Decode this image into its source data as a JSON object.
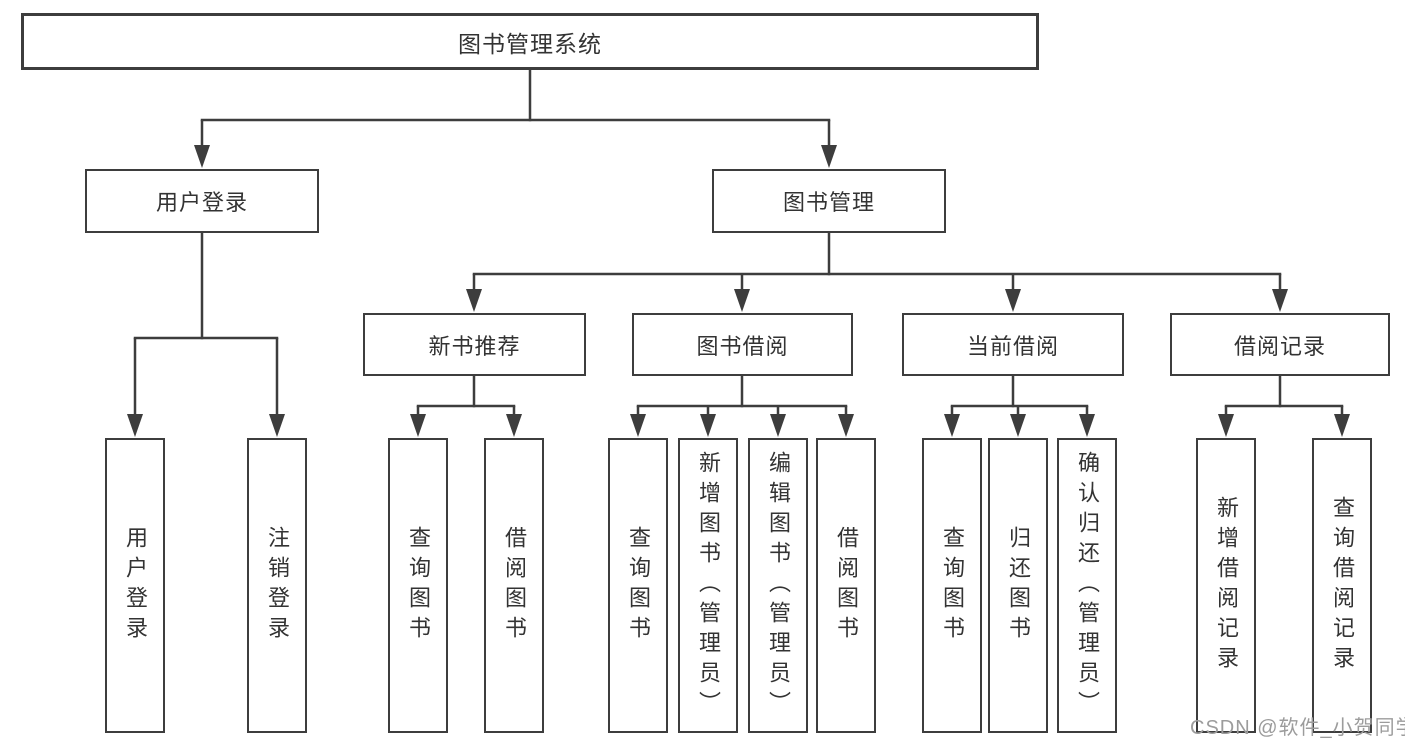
{
  "diagram": {
    "type": "hierarchy-tree",
    "watermark": "CSDN @软件_小贺同学"
  },
  "colors": {
    "line": "#3d3d3d",
    "text": "#333333",
    "box_border": "#3d3d3d",
    "box_background": "#ffffff",
    "page_background": "#ffffff",
    "watermark": "#9c9c9c"
  },
  "nodes": {
    "root": {
      "label": "图书管理系统"
    },
    "level1": [
      {
        "label": "用户登录"
      },
      {
        "label": "图书管理"
      }
    ],
    "level2": [
      {
        "label": "新书推荐",
        "parent": "图书管理"
      },
      {
        "label": "图书借阅",
        "parent": "图书管理"
      },
      {
        "label": "当前借阅",
        "parent": "图书管理"
      },
      {
        "label": "借阅记录",
        "parent": "图书管理"
      }
    ],
    "leaves": [
      {
        "label": "用户登录",
        "parent": "用户登录"
      },
      {
        "label": "注销登录",
        "parent": "用户登录"
      },
      {
        "label": "查询图书",
        "parent": "新书推荐"
      },
      {
        "label": "借阅图书",
        "parent": "新书推荐"
      },
      {
        "label": "查询图书",
        "parent": "图书借阅"
      },
      {
        "label": "新增图书（管理员）",
        "parent": "图书借阅"
      },
      {
        "label": "编辑图书（管理员）",
        "parent": "图书借阅"
      },
      {
        "label": "借阅图书",
        "parent": "图书借阅"
      },
      {
        "label": "查询图书",
        "parent": "当前借阅"
      },
      {
        "label": "归还图书",
        "parent": "当前借阅"
      },
      {
        "label": "确认归还（管理员）",
        "parent": "当前借阅"
      },
      {
        "label": "新增借阅记录",
        "parent": "借阅记录"
      },
      {
        "label": "查询借阅记录",
        "parent": "借阅记录"
      }
    ]
  }
}
